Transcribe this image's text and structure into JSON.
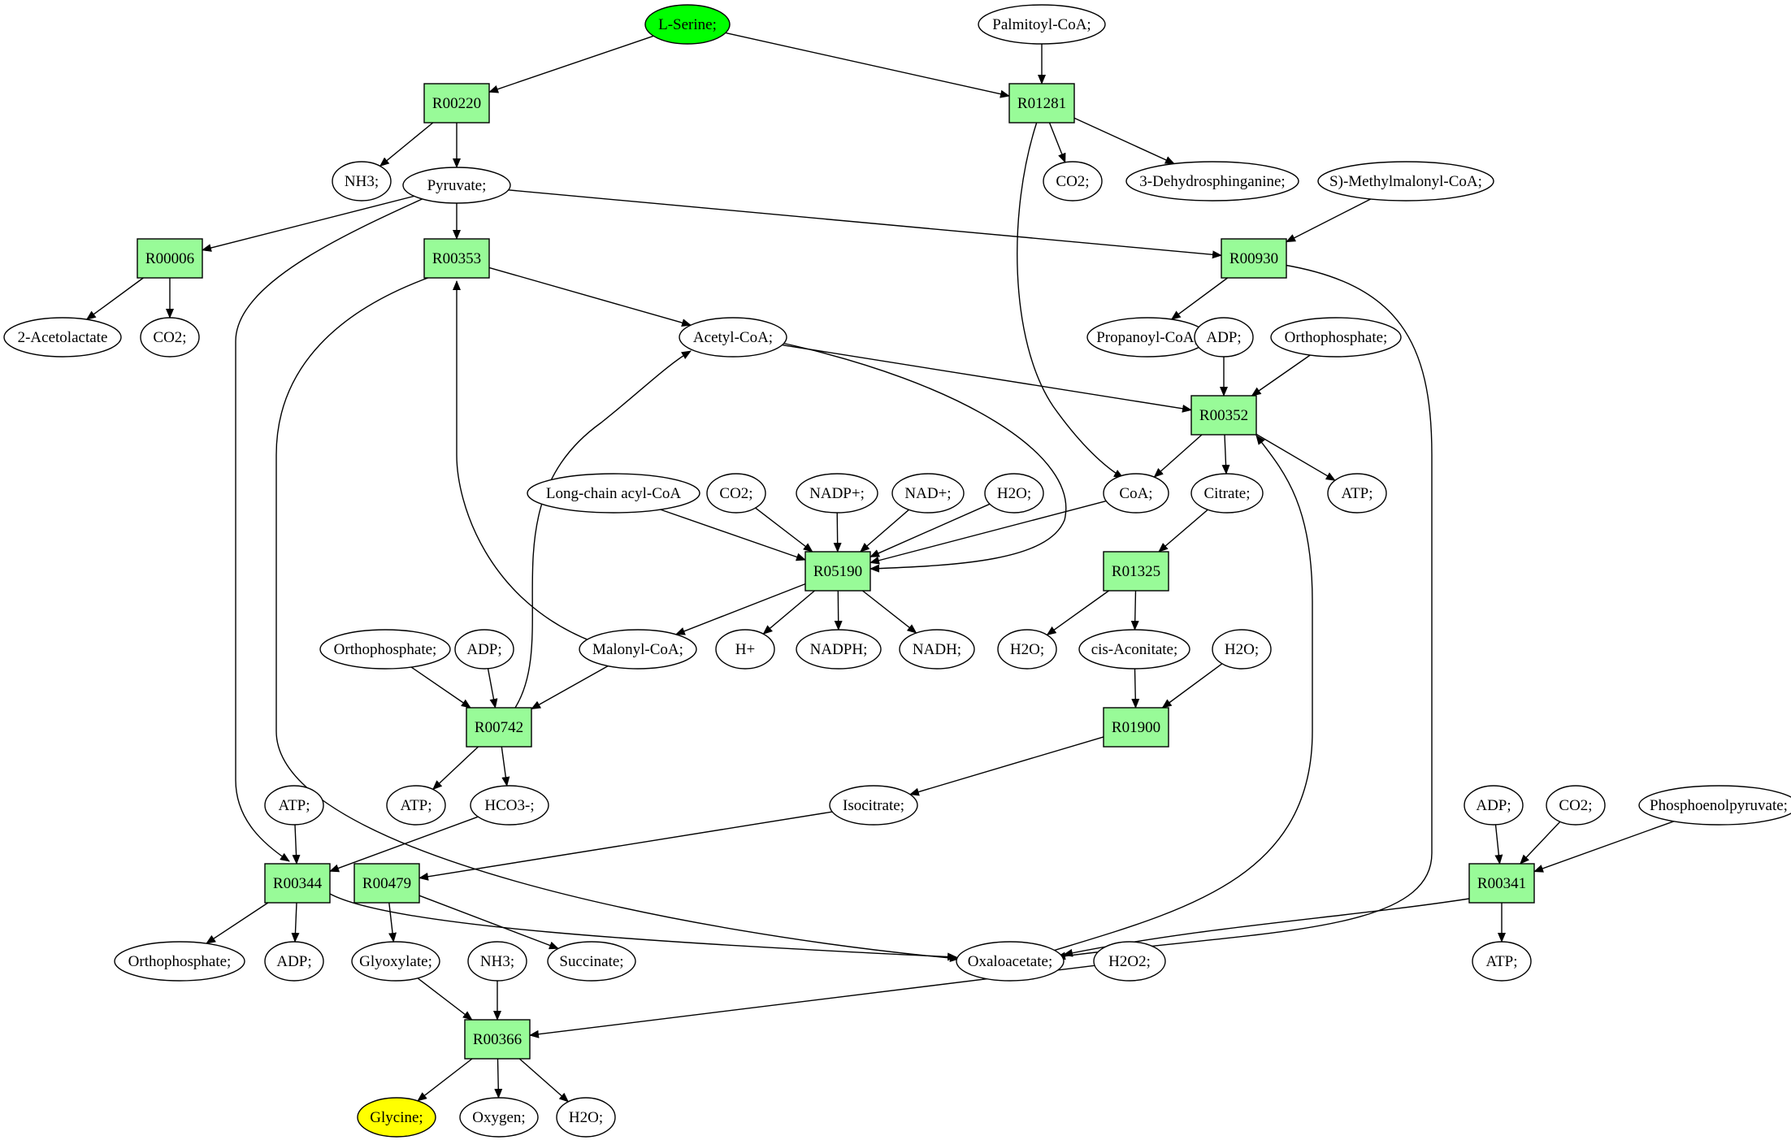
{
  "colors": {
    "reaction": "#98fb98",
    "compound": "#ffffff",
    "source": "#00ff00",
    "target": "#ffff00",
    "stroke": "#000000"
  },
  "nodes": [
    {
      "id": "lserine",
      "label": "L-Serine;",
      "kind": "compound",
      "role": "source"
    },
    {
      "id": "palmitoyl",
      "label": "Palmitoyl-CoA;",
      "kind": "compound"
    },
    {
      "id": "R00220",
      "label": "R00220",
      "kind": "reaction"
    },
    {
      "id": "R01281",
      "label": "R01281",
      "kind": "reaction"
    },
    {
      "id": "nh3a",
      "label": "NH3;",
      "kind": "compound"
    },
    {
      "id": "pyruvate",
      "label": "Pyruvate;",
      "kind": "compound"
    },
    {
      "id": "co2a",
      "label": "CO2;",
      "kind": "compound"
    },
    {
      "id": "dehydro",
      "label": "3-Dehydrosphinganine;",
      "kind": "compound"
    },
    {
      "id": "methylmal",
      "label": "S)-Methylmalonyl-CoA;",
      "kind": "compound"
    },
    {
      "id": "R00006",
      "label": "R00006",
      "kind": "reaction"
    },
    {
      "id": "R00353",
      "label": "R00353",
      "kind": "reaction"
    },
    {
      "id": "R00930",
      "label": "R00930",
      "kind": "reaction"
    },
    {
      "id": "acetolac",
      "label": "2-Acetolactate",
      "kind": "compound"
    },
    {
      "id": "co2b",
      "label": "CO2;",
      "kind": "compound"
    },
    {
      "id": "acetylcoa",
      "label": "Acetyl-CoA;",
      "kind": "compound"
    },
    {
      "id": "propanoyl",
      "label": "Propanoyl-CoA;",
      "kind": "compound"
    },
    {
      "id": "adpa",
      "label": "ADP;",
      "kind": "compound"
    },
    {
      "id": "orthoa",
      "label": "Orthophosphate;",
      "kind": "compound"
    },
    {
      "id": "R00352",
      "label": "R00352",
      "kind": "reaction"
    },
    {
      "id": "longchain",
      "label": "Long-chain acyl-CoA",
      "kind": "compound"
    },
    {
      "id": "co2c",
      "label": "CO2;",
      "kind": "compound"
    },
    {
      "id": "nadpplus",
      "label": "NADP+;",
      "kind": "compound"
    },
    {
      "id": "nadplus",
      "label": "NAD+;",
      "kind": "compound"
    },
    {
      "id": "h2oa",
      "label": "H2O;",
      "kind": "compound"
    },
    {
      "id": "coa",
      "label": "CoA;",
      "kind": "compound"
    },
    {
      "id": "citrate",
      "label": "Citrate;",
      "kind": "compound"
    },
    {
      "id": "atpa",
      "label": "ATP;",
      "kind": "compound"
    },
    {
      "id": "R05190",
      "label": "R05190",
      "kind": "reaction"
    },
    {
      "id": "R01325",
      "label": "R01325",
      "kind": "reaction"
    },
    {
      "id": "orthob",
      "label": "Orthophosphate;",
      "kind": "compound"
    },
    {
      "id": "adpb",
      "label": "ADP;",
      "kind": "compound"
    },
    {
      "id": "malonyl",
      "label": "Malonyl-CoA;",
      "kind": "compound"
    },
    {
      "id": "hplus",
      "label": "H+",
      "kind": "compound"
    },
    {
      "id": "nadph",
      "label": "NADPH;",
      "kind": "compound"
    },
    {
      "id": "nadh",
      "label": "NADH;",
      "kind": "compound"
    },
    {
      "id": "h2ob",
      "label": "H2O;",
      "kind": "compound"
    },
    {
      "id": "aconitate",
      "label": "cis-Aconitate;",
      "kind": "compound"
    },
    {
      "id": "h2oc",
      "label": "H2O;",
      "kind": "compound"
    },
    {
      "id": "R00742",
      "label": "R00742",
      "kind": "reaction"
    },
    {
      "id": "R01900",
      "label": "R01900",
      "kind": "reaction"
    },
    {
      "id": "atpb",
      "label": "ATP;",
      "kind": "compound"
    },
    {
      "id": "hco3",
      "label": "HCO3-;",
      "kind": "compound"
    },
    {
      "id": "isocitrate",
      "label": "Isocitrate;",
      "kind": "compound"
    },
    {
      "id": "atpc",
      "label": "ATP;",
      "kind": "compound"
    },
    {
      "id": "adpc",
      "label": "ADP;",
      "kind": "compound"
    },
    {
      "id": "co2d",
      "label": "CO2;",
      "kind": "compound"
    },
    {
      "id": "pep",
      "label": "Phosphoenolpyruvate;",
      "kind": "compound"
    },
    {
      "id": "R00344",
      "label": "R00344",
      "kind": "reaction"
    },
    {
      "id": "R00479",
      "label": "R00479",
      "kind": "reaction"
    },
    {
      "id": "R00341",
      "label": "R00341",
      "kind": "reaction"
    },
    {
      "id": "orthoc",
      "label": "Orthophosphate;",
      "kind": "compound"
    },
    {
      "id": "adpd",
      "label": "ADP;",
      "kind": "compound"
    },
    {
      "id": "glyoxylate",
      "label": "Glyoxylate;",
      "kind": "compound"
    },
    {
      "id": "nh3b",
      "label": "NH3;",
      "kind": "compound"
    },
    {
      "id": "succinate",
      "label": "Succinate;",
      "kind": "compound"
    },
    {
      "id": "oxaloacetate",
      "label": "Oxaloacetate;",
      "kind": "compound"
    },
    {
      "id": "h2o2",
      "label": "H2O2;",
      "kind": "compound"
    },
    {
      "id": "atpd",
      "label": "ATP;",
      "kind": "compound"
    },
    {
      "id": "R00366",
      "label": "R00366",
      "kind": "reaction"
    },
    {
      "id": "glycine",
      "label": "Glycine;",
      "kind": "compound",
      "role": "target"
    },
    {
      "id": "oxygen",
      "label": "Oxygen;",
      "kind": "compound"
    },
    {
      "id": "h2od",
      "label": "H2O;",
      "kind": "compound"
    }
  ],
  "edges": [
    {
      "from": "lserine",
      "to": "R00220"
    },
    {
      "from": "lserine",
      "to": "R01281"
    },
    {
      "from": "palmitoyl",
      "to": "R01281"
    },
    {
      "from": "R00220",
      "to": "nh3a"
    },
    {
      "from": "R00220",
      "to": "pyruvate"
    },
    {
      "from": "R01281",
      "to": "co2a"
    },
    {
      "from": "R01281",
      "to": "dehydro"
    },
    {
      "from": "R01281",
      "to": "coa"
    },
    {
      "from": "pyruvate",
      "to": "R00006"
    },
    {
      "from": "pyruvate",
      "to": "R00353"
    },
    {
      "from": "pyruvate",
      "to": "R00930"
    },
    {
      "from": "pyruvate",
      "to": "R00344"
    },
    {
      "from": "methylmal",
      "to": "R00930"
    },
    {
      "from": "R00006",
      "to": "acetolac"
    },
    {
      "from": "R00006",
      "to": "co2b"
    },
    {
      "from": "R00353",
      "to": "acetylcoa"
    },
    {
      "from": "R00353",
      "to": "oxaloacetate"
    },
    {
      "from": "R00930",
      "to": "propanoyl"
    },
    {
      "from": "R00930",
      "to": "oxaloacetate"
    },
    {
      "from": "acetylcoa",
      "to": "R00352"
    },
    {
      "from": "acetylcoa",
      "to": "R05190"
    },
    {
      "from": "adpa",
      "to": "R00352"
    },
    {
      "from": "orthoa",
      "to": "R00352"
    },
    {
      "from": "R00352",
      "to": "coa"
    },
    {
      "from": "R00352",
      "to": "citrate"
    },
    {
      "from": "R00352",
      "to": "atpa"
    },
    {
      "from": "longchain",
      "to": "R05190"
    },
    {
      "from": "co2c",
      "to": "R05190"
    },
    {
      "from": "nadpplus",
      "to": "R05190"
    },
    {
      "from": "nadplus",
      "to": "R05190"
    },
    {
      "from": "h2oa",
      "to": "R05190"
    },
    {
      "from": "coa",
      "to": "R05190"
    },
    {
      "from": "citrate",
      "to": "R01325"
    },
    {
      "from": "R05190",
      "to": "malonyl"
    },
    {
      "from": "R05190",
      "to": "hplus"
    },
    {
      "from": "R05190",
      "to": "nadph"
    },
    {
      "from": "R05190",
      "to": "nadh"
    },
    {
      "from": "R01325",
      "to": "h2ob"
    },
    {
      "from": "R01325",
      "to": "aconitate"
    },
    {
      "from": "malonyl",
      "to": "R00353"
    },
    {
      "from": "malonyl",
      "to": "R00742"
    },
    {
      "from": "orthob",
      "to": "R00742"
    },
    {
      "from": "adpb",
      "to": "R00742"
    },
    {
      "from": "R00742",
      "to": "acetylcoa"
    },
    {
      "from": "R00742",
      "to": "atpb"
    },
    {
      "from": "R00742",
      "to": "hco3"
    },
    {
      "from": "aconitate",
      "to": "R01900"
    },
    {
      "from": "h2oc",
      "to": "R01900"
    },
    {
      "from": "R01900",
      "to": "isocitrate"
    },
    {
      "from": "hco3",
      "to": "R00344"
    },
    {
      "from": "atpc",
      "to": "R00344"
    },
    {
      "from": "isocitrate",
      "to": "R00479"
    },
    {
      "from": "adpc",
      "to": "R00341"
    },
    {
      "from": "co2d",
      "to": "R00341"
    },
    {
      "from": "pep",
      "to": "R00341"
    },
    {
      "from": "R00344",
      "to": "orthoc"
    },
    {
      "from": "R00344",
      "to": "adpd"
    },
    {
      "from": "R00344",
      "to": "oxaloacetate"
    },
    {
      "from": "R00479",
      "to": "glyoxylate"
    },
    {
      "from": "R00479",
      "to": "succinate"
    },
    {
      "from": "R00341",
      "to": "atpd"
    },
    {
      "from": "R00341",
      "to": "oxaloacetate"
    },
    {
      "from": "oxaloacetate",
      "to": "R00352"
    },
    {
      "from": "glyoxylate",
      "to": "R00366"
    },
    {
      "from": "nh3b",
      "to": "R00366"
    },
    {
      "from": "h2o2",
      "to": "R00366"
    },
    {
      "from": "R00366",
      "to": "glycine"
    },
    {
      "from": "R00366",
      "to": "oxygen"
    },
    {
      "from": "R00366",
      "to": "h2od"
    }
  ]
}
